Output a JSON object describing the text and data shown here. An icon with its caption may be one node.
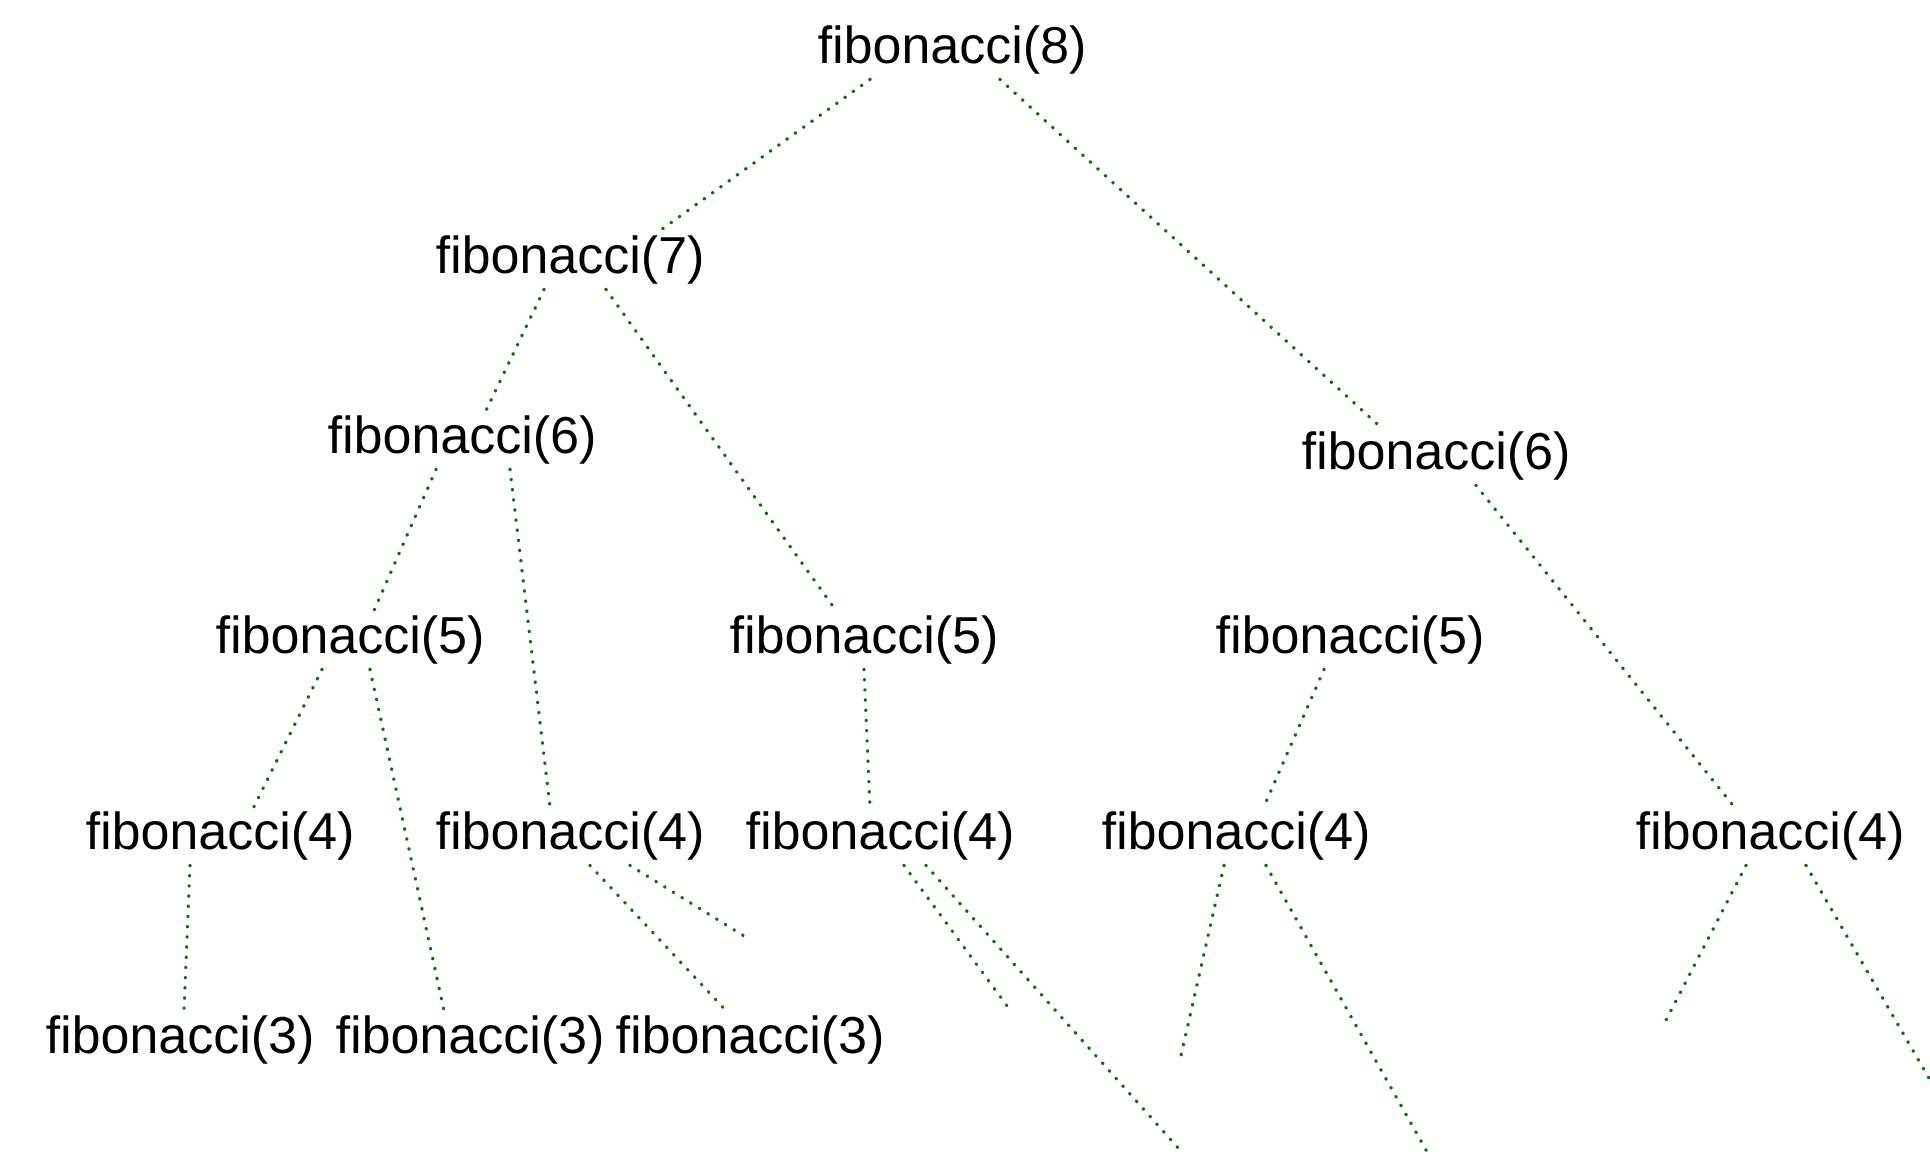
{
  "diagram": {
    "nodes": [
      {
        "text": [
          "fibonacci(8)"
        ]
      },
      {
        "text": [
          "fibonacci(7)"
        ]
      },
      {
        "text": [
          "fibonacci(6)"
        ]
      },
      {
        "text": [
          "fibonacci(6)"
        ]
      },
      {
        "text": [
          "fibonacci(5)"
        ]
      },
      {
        "text": [
          "fibonacci(5)"
        ]
      },
      {
        "text": [
          "fibonacci(5)"
        ]
      },
      {
        "text": [
          "fibonacci(4)"
        ]
      },
      {
        "text": [
          "fibonacci(4)"
        ]
      },
      {
        "text": [
          "fibonacci(4)"
        ]
      },
      {
        "text": [
          "fibonacci(4)"
        ]
      },
      {
        "text": [
          "fibonacci(4)"
        ]
      },
      {
        "text": [
          "fibonacci(3)"
        ]
      },
      {
        "text": [
          "fibonacci(3)"
        ]
      },
      {
        "text": [
          "fibonacci(3)"
        ]
      }
    ],
    "edges": [
      {
        "from": 0,
        "to": 1,
        "arrow": "none"
      },
      {
        "from": 0,
        "to": 3,
        "arrow": "none"
      },
      {
        "from": 1,
        "to": 2,
        "arrow": "none"
      },
      {
        "from": 1,
        "to": 5,
        "arrow": "none"
      },
      {
        "from": 2,
        "to": 4,
        "arrow": "none"
      },
      {
        "from": 2,
        "to": 8,
        "arrow": "none"
      },
      {
        "from": 3,
        "to": 11,
        "arrow": "none"
      },
      {
        "from": 4,
        "to": 7,
        "arrow": "none"
      },
      {
        "from": 4,
        "to": 13,
        "arrow": "none"
      },
      {
        "from": 5,
        "to": 9,
        "arrow": "none"
      },
      {
        "from": 6,
        "to": 10,
        "arrow": "none"
      },
      {
        "from": 7,
        "to": 12,
        "arrow": "none"
      },
      {
        "from": 8,
        "to": 14,
        "arrow": "none"
      },
      {
        "from": 8,
        "to": null,
        "arrow": "none"
      },
      {
        "from": 9,
        "to": null,
        "arrow": "none"
      },
      {
        "from": 9,
        "to": null,
        "arrow": "none"
      },
      {
        "from": 10,
        "to": null,
        "arrow": "none"
      },
      {
        "from": 10,
        "to": null,
        "arrow": "none"
      },
      {
        "from": 11,
        "to": null,
        "arrow": "none"
      },
      {
        "from": 11,
        "to": null,
        "arrow": "none"
      }
    ]
  }
}
